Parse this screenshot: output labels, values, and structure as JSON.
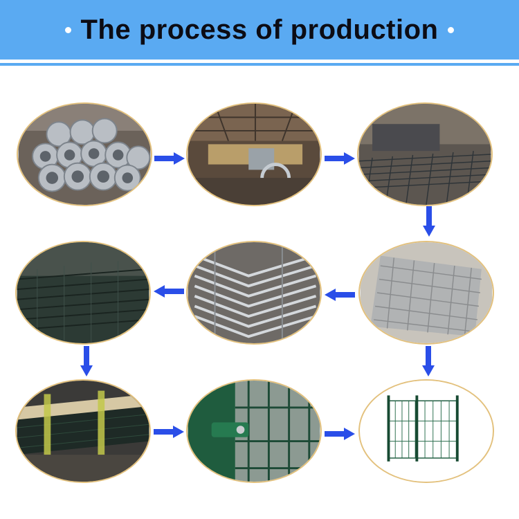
{
  "title": "The process of production",
  "header": {
    "bg_color": "#5aaaf2",
    "title_color": "#0c0c14"
  },
  "arrow_color": "#2a4ee8",
  "frame_color": "#e3c17d",
  "steps": [
    {
      "id": 1,
      "image": "galvanized-wire-coils-photo"
    },
    {
      "id": 2,
      "image": "wire-drawing-workshop-photo"
    },
    {
      "id": 3,
      "image": "mesh-welding-machine-photo"
    },
    {
      "id": 4,
      "image": "welded-wire-mesh-panel-photo"
    },
    {
      "id": 5,
      "image": "bent-panel-v-folds-photo"
    },
    {
      "id": 6,
      "image": "green-pvc-coated-panels-photo"
    },
    {
      "id": 7,
      "image": "packed-panels-on-pallet-photo"
    },
    {
      "id": 8,
      "image": "green-post-clamp-detail-photo"
    },
    {
      "id": 9,
      "image": "installed-green-fence-photo"
    }
  ]
}
